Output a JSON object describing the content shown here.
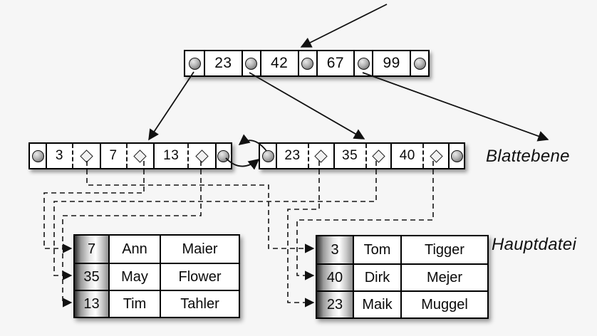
{
  "labels": {
    "leaf_level": "Blattebene",
    "main_file": "Hauptdatei"
  },
  "root": {
    "keys": [
      "23",
      "42",
      "67",
      "99"
    ]
  },
  "leaves": {
    "left": {
      "keys": [
        "3",
        "7",
        "13"
      ]
    },
    "right": {
      "keys": [
        "23",
        "35",
        "40"
      ]
    }
  },
  "tables": {
    "left": {
      "rows": [
        {
          "id": "7",
          "first": "Ann",
          "last": "Maier"
        },
        {
          "id": "35",
          "first": "May",
          "last": "Flower"
        },
        {
          "id": "13",
          "first": "Tim",
          "last": "Tahler"
        }
      ]
    },
    "right": {
      "rows": [
        {
          "id": "3",
          "first": "Tom",
          "last": "Tigger"
        },
        {
          "id": "40",
          "first": "Dirk",
          "last": "Mejer"
        },
        {
          "id": "23",
          "first": "Maik",
          "last": "Muggel"
        }
      ]
    }
  },
  "icons": {
    "node_pointer": "gradient-ball-circle",
    "record_pointer": "diamond-outline",
    "arrow": "black-triangle-arrowhead"
  },
  "colors": {
    "background": "#f6f6f6",
    "ink": "#000000",
    "node_fill": "#ffffff",
    "ball_gradient_light": "#e9e9e9",
    "ball_gradient_dark": "#6b6b6b",
    "id_column_gradient_dark": "#2e2e2e",
    "id_column_gradient_light": "#ffffff",
    "shadow": "rgba(0,0,0,0.4)"
  }
}
